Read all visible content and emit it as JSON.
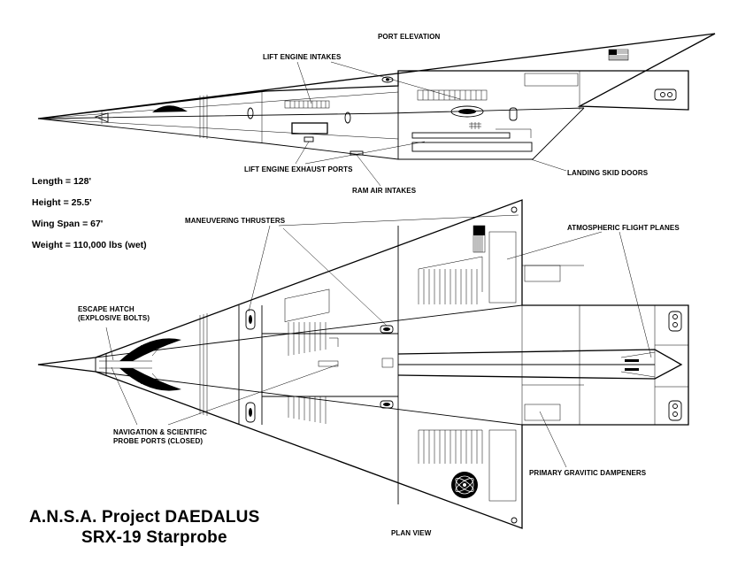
{
  "labels": {
    "port_elevation": "PORT ELEVATION",
    "lift_engine_intakes": "LIFT ENGINE INTAKES",
    "lift_engine_exhaust_ports": "LIFT ENGINE EXHAUST PORTS",
    "ram_air_intakes": "RAM AIR INTAKES",
    "landing_skid_doors": "LANDING SKID DOORS",
    "maneuvering_thrusters": "MANEUVERING THRUSTERS",
    "atmospheric_flight_planes": "ATMOSPHERIC FLIGHT PLANES",
    "escape_hatch_line1": "ESCAPE HATCH",
    "escape_hatch_line2": "(EXPLOSIVE BOLTS)",
    "nav_probe_line1": "NAVIGATION & SCIENTIFIC",
    "nav_probe_line2": "PROBE PORTS (CLOSED)",
    "primary_gravitic_dampeners": "PRIMARY GRAVITIC DAMPENERS",
    "plan_view": "PLAN VIEW"
  },
  "specs": {
    "length": "Length = 128'",
    "height": "Height = 25.5'",
    "wing_span": "Wing Span = 67'",
    "weight": "Weight = 110,000 lbs (wet)"
  },
  "title": {
    "line1": "A.N.S.A. Project DAEDALUS",
    "line2": "SRX-19 Starprobe"
  },
  "colors": {
    "ink": "#000000",
    "paper": "#ffffff",
    "flag_red": "#000000"
  }
}
